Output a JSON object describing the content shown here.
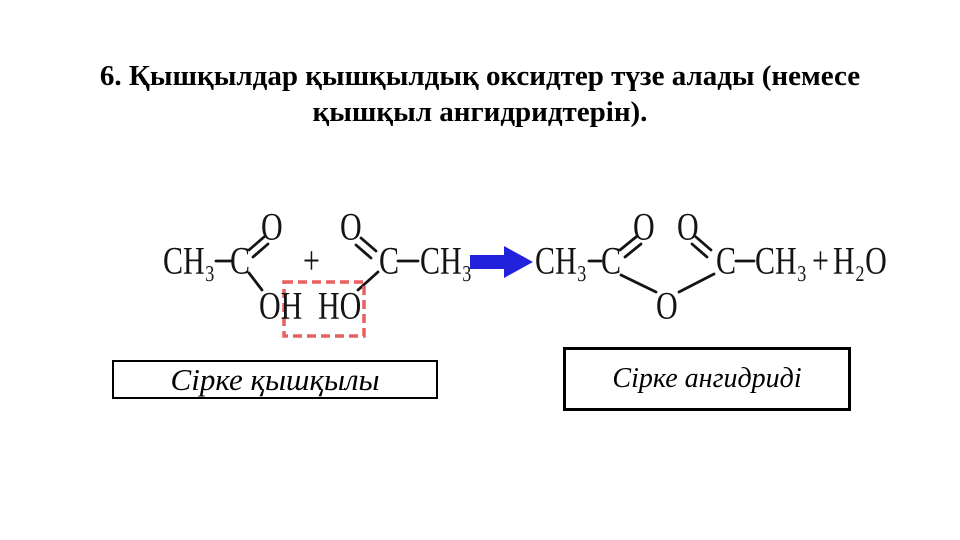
{
  "slide": {
    "title_line1": "6. Қышқылдар қышқылдық оксидтер түзе алады (немесе",
    "title_line2": "қышқыл ангидридтерін)."
  },
  "reaction": {
    "atoms": {
      "reactant1_ch3": "CH₃",
      "reactant1_c": "C",
      "reactant1_o": "O",
      "reactant1_oh": "OH",
      "plus1": "+",
      "reactant2_o": "O",
      "reactant2_c": "C",
      "reactant2_ho": "HO",
      "reactant2_ch3": "CH₃",
      "product_ch3_left": "CH₃",
      "product_c_left": "C",
      "product_o_left": "O",
      "product_o_bridge": "O",
      "product_o_right": "O",
      "product_c_right": "C",
      "product_ch3_right": "CH₃",
      "plus2": "+",
      "water": "H₂O"
    },
    "colors": {
      "arrow": "#2222dd",
      "highlight_box": "#e86060",
      "bond": "#141414"
    }
  },
  "labels": {
    "left_box": "Сірке қышқылы",
    "right_box": "Сірке ангидриді"
  }
}
